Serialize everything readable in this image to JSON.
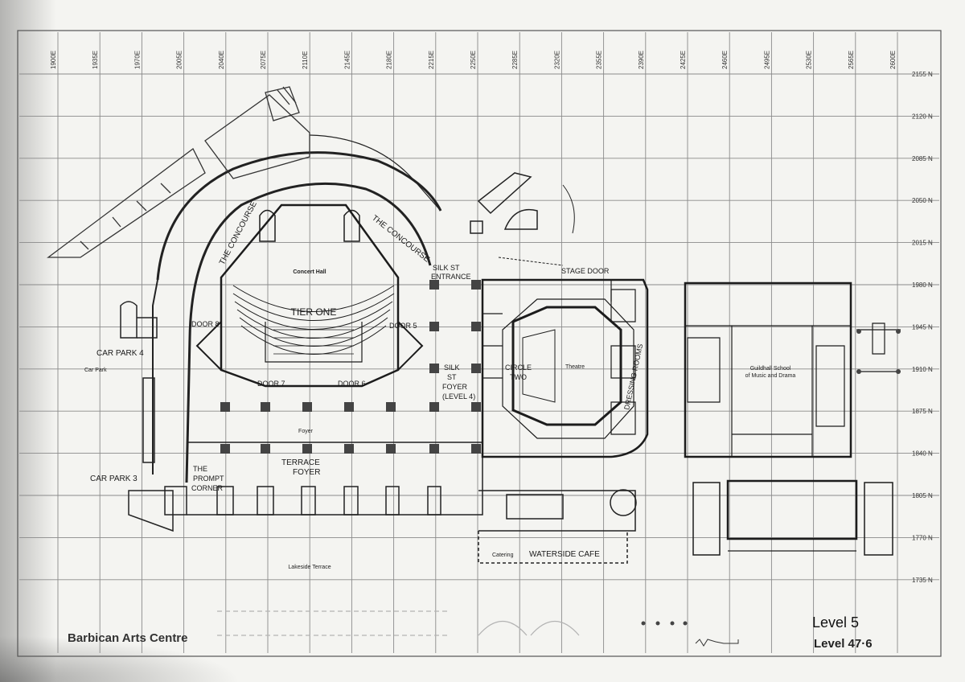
{
  "map": {
    "title": "Barbican Arts Centre",
    "level_handwritten": "Level 5",
    "level_printed": "Level 47·6",
    "grid_east": [
      "1900E",
      "1935E",
      "1970E",
      "2005E",
      "2040E",
      "2075E",
      "2110E",
      "2145E",
      "2180E",
      "2215E",
      "2250E",
      "2285E",
      "2320E",
      "2355E",
      "2390E",
      "2425E",
      "2460E",
      "2495E",
      "2530E",
      "2565E",
      "2600E"
    ],
    "grid_north": [
      "2155 N",
      "2120 N",
      "2085 N",
      "2050 N",
      "2015 N",
      "1980 N",
      "1945 N",
      "1910 N",
      "1875 N",
      "1840 N",
      "1805 N",
      "1770 N",
      "1735 N"
    ],
    "labels": {
      "concert_hall": "Concert Hall",
      "theatre": "Theatre",
      "foyer": "Foyer",
      "car_park": "Car Park",
      "lakeside_terrace": "Lakeside Terrace",
      "catering": "Catering",
      "guildhall_1": "Guildhall School",
      "guildhall_2": "of Music and Drama"
    },
    "annotations": {
      "concourse_left": "THE CONCOURSE",
      "concourse_right": "THE CONCOURSE",
      "silk_st_entrance_1": "SILK ST",
      "silk_st_entrance_2": "ENTRANCE",
      "stage_door": "STAGE DOOR",
      "tier_one": "TIER ONE",
      "door8": "DOOR 8",
      "door5": "DOOR 5",
      "door7": "DOOR 7",
      "door6": "DOOR 6",
      "car_park_4": "CAR PARK 4",
      "car_park_3": "CAR PARK 3",
      "silk_st_foyer_1": "SILK",
      "silk_st_foyer_2": "ST",
      "silk_st_foyer_3": "FOYER",
      "silk_st_foyer_4": "(LEVEL 4)",
      "circle_two_1": "CIRCLE",
      "circle_two_2": "TWO",
      "dressing_rooms": "DRESSING ROOMS",
      "terrace_foyer_1": "TERRACE",
      "terrace_foyer_2": "FOYER",
      "prompt_corner_1": "THE",
      "prompt_corner_2": "PROMPT",
      "prompt_corner_3": "CORNER",
      "waterside_cafe": "WATERSIDE CAFE"
    }
  }
}
